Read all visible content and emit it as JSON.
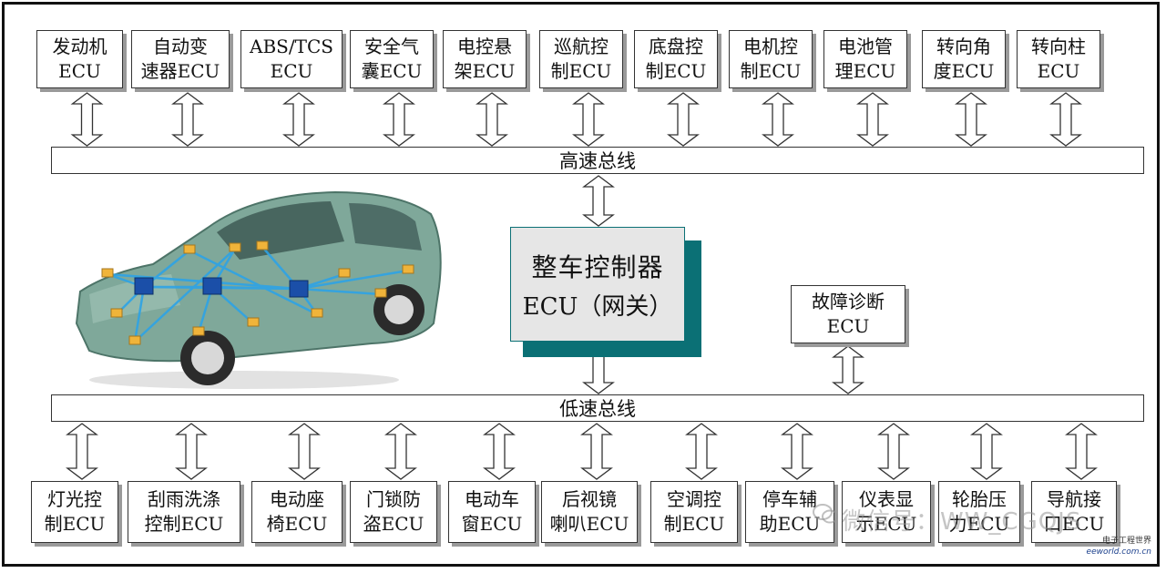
{
  "top_ecus": [
    {
      "label": "发动机\nECU"
    },
    {
      "label": "自动变\n速器ECU"
    },
    {
      "label": "ABS/TCS\nECU"
    },
    {
      "label": "安全气\n囊ECU"
    },
    {
      "label": "电控悬\n架ECU"
    },
    {
      "label": "巡航控\n制ECU"
    },
    {
      "label": "底盘控\n制ECU"
    },
    {
      "label": "电机控\n制ECU"
    },
    {
      "label": "电池管\n理ECU"
    },
    {
      "label": "转向角\n度ECU"
    },
    {
      "label": "转向柱\nECU"
    }
  ],
  "high_bus": "高速总线",
  "low_bus": "低速总线",
  "gateway": {
    "line1": "整车控制器",
    "line2": "ECU（网关）"
  },
  "diag": {
    "label": "故障诊断\nECU"
  },
  "bottom_ecus": [
    {
      "label": "灯光控\n制ECU"
    },
    {
      "label": "刮雨洗涤\n控制ECU"
    },
    {
      "label": "电动座\n椅ECU"
    },
    {
      "label": "门锁防\n盗ECU"
    },
    {
      "label": "电动车\n窗ECU"
    },
    {
      "label": "后视镜\n喇叭ECU"
    },
    {
      "label": "空调控\n制ECU"
    },
    {
      "label": "停车辅\n助ECU"
    },
    {
      "label": "仪表显\n示ECU"
    },
    {
      "label": "轮胎压\n力ECU"
    },
    {
      "label": "导航接\n口ECU"
    }
  ],
  "watermark": "微信号：WW_CGQJS",
  "site_logo": {
    "cn": "电子工程世界",
    "en": "eeworld.com.cn"
  },
  "colors": {
    "gateway_shadow": "#0b7075",
    "car_body": "#7fa89a",
    "network": "#2ea3e6",
    "node": "#f0b43a"
  }
}
